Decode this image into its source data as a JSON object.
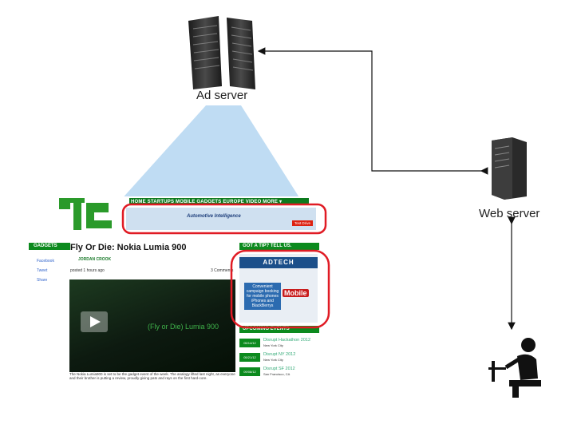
{
  "labels": {
    "ad_server": "Ad server",
    "web_server": "Web server"
  },
  "webpage": {
    "nav": "HOME  STARTUPS  MOBILE  GADGETS  EUROPE  VIDEO  MORE ▾",
    "top_ad_text": "Automotive Intelligence",
    "top_ad_button": "Test Drive",
    "sidebar_heading": "GADGETS",
    "share_items": [
      "Facebook",
      "Tweet",
      "Share"
    ],
    "headline": "Fly Or Die: Nokia Lumia 900",
    "author": "JORDAN CROOK",
    "posted": "posted 1 hours ago",
    "comments": "3 Comments",
    "video_title": "(Fly or Die) Lumia 900",
    "caption": "The Nokia Lumia900 is set to be the gadget event of the week. The analogy lifted last night, as everyone and their brother is putting a review, proudly giving pats and rays on the first hard-core.",
    "tip_heading": "GOT A TIP? TELL US.",
    "ad_brand": "ADTECH",
    "ad_copy": "Convenient campaign booking for mobile phones iPhones and BlackBerrys",
    "ad_badge": "Mobile",
    "events_heading": "UPCOMING EVENTS",
    "events": [
      {
        "date": "05/14/12",
        "name": "Disrupt Hackathon 2012",
        "location": "New York City"
      },
      {
        "date": "05/21/12",
        "name": "Disrupt NY 2012",
        "location": "New York City"
      },
      {
        "date": "09/08/12",
        "name": "Disrupt SF 2012",
        "location": "San Francisco, CA"
      }
    ]
  },
  "colors": {
    "beam": "#bfdcf3",
    "highlight": "#e01b24",
    "brand_green": "#0c8a1e",
    "connector": "#111111"
  },
  "icons": {
    "ad_server": "server-rack-icon",
    "web_server": "tower-server-icon",
    "user": "user-at-computer-icon"
  }
}
